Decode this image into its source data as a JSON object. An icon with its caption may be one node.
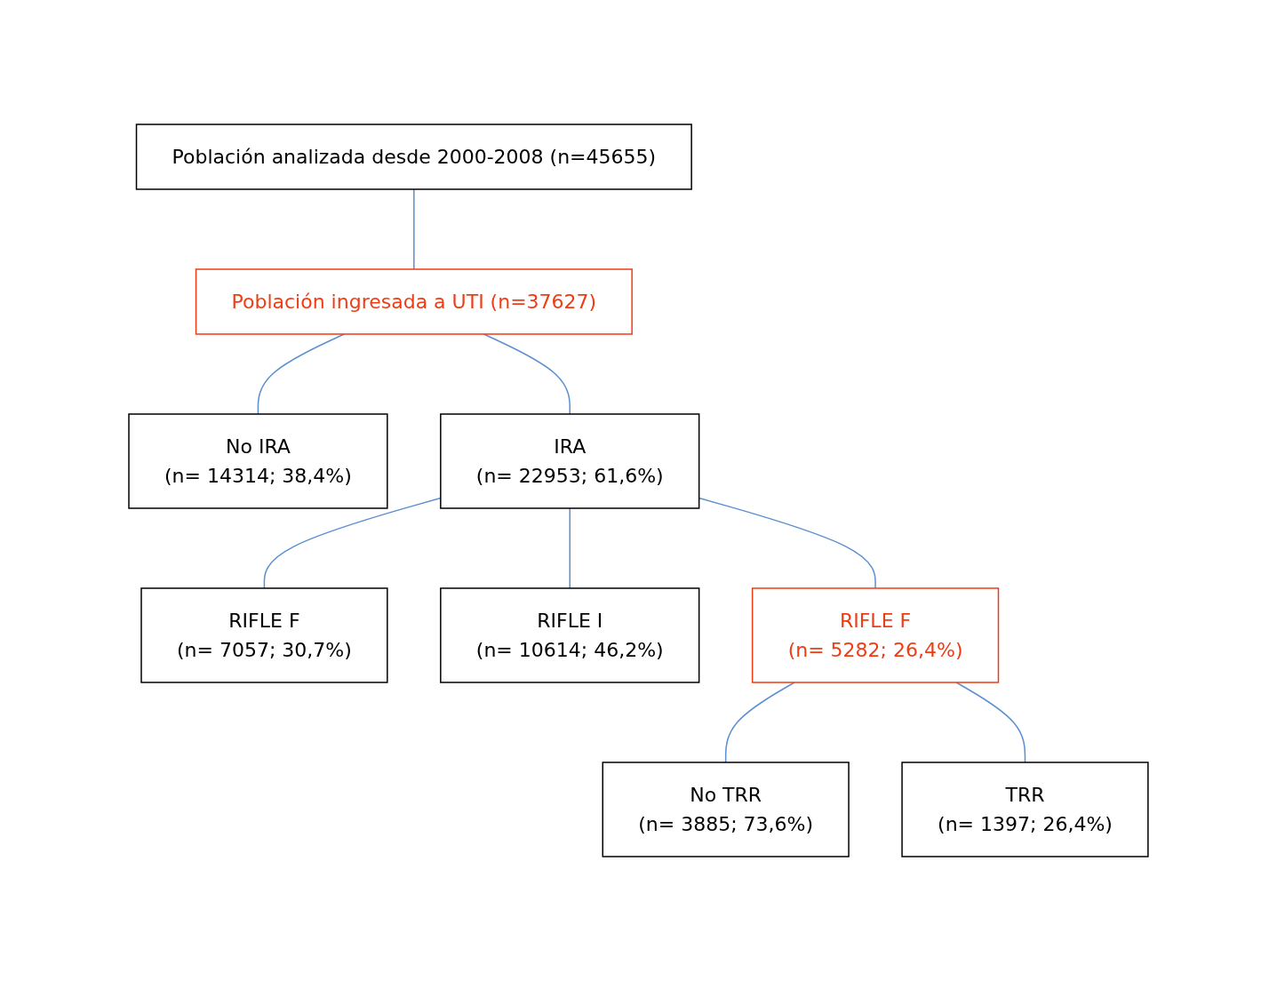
{
  "diagram": {
    "nodes": [
      {
        "text": [
          "Población analizada desde 2000-2008 (n=45655)"
        ]
      },
      {
        "text": [
          "Población ingresada a UTI (n=37627)"
        ]
      },
      {
        "text": [
          "No IRA",
          "(n= 14314; 38,4%)"
        ]
      },
      {
        "text": [
          "IRA",
          "(n= 22953; 61,6%)"
        ]
      },
      {
        "text": [
          "RIFLE F",
          "(n= 7057; 30,7%)"
        ]
      },
      {
        "text": [
          "RIFLE I",
          "(n= 10614; 46,2%)"
        ]
      },
      {
        "text": [
          "RIFLE F",
          "(n= 5282; 26,4%)"
        ]
      },
      {
        "text": [
          "No TRR",
          "(n= 3885; 73,6%)"
        ]
      },
      {
        "text": [
          "TRR",
          "(n= 1397; 26,4%)"
        ]
      }
    ],
    "edges": [
      {
        "from": 0,
        "to": 1,
        "arrow": "none"
      },
      {
        "from": 1,
        "to": 2,
        "arrow": "none"
      },
      {
        "from": 1,
        "to": 3,
        "arrow": "none"
      },
      {
        "from": 3,
        "to": 4,
        "arrow": "none"
      },
      {
        "from": 3,
        "to": 5,
        "arrow": "none"
      },
      {
        "from": 3,
        "to": 6,
        "arrow": "none"
      },
      {
        "from": 6,
        "to": 7,
        "arrow": "none"
      },
      {
        "from": 6,
        "to": 8,
        "arrow": "none"
      }
    ]
  }
}
